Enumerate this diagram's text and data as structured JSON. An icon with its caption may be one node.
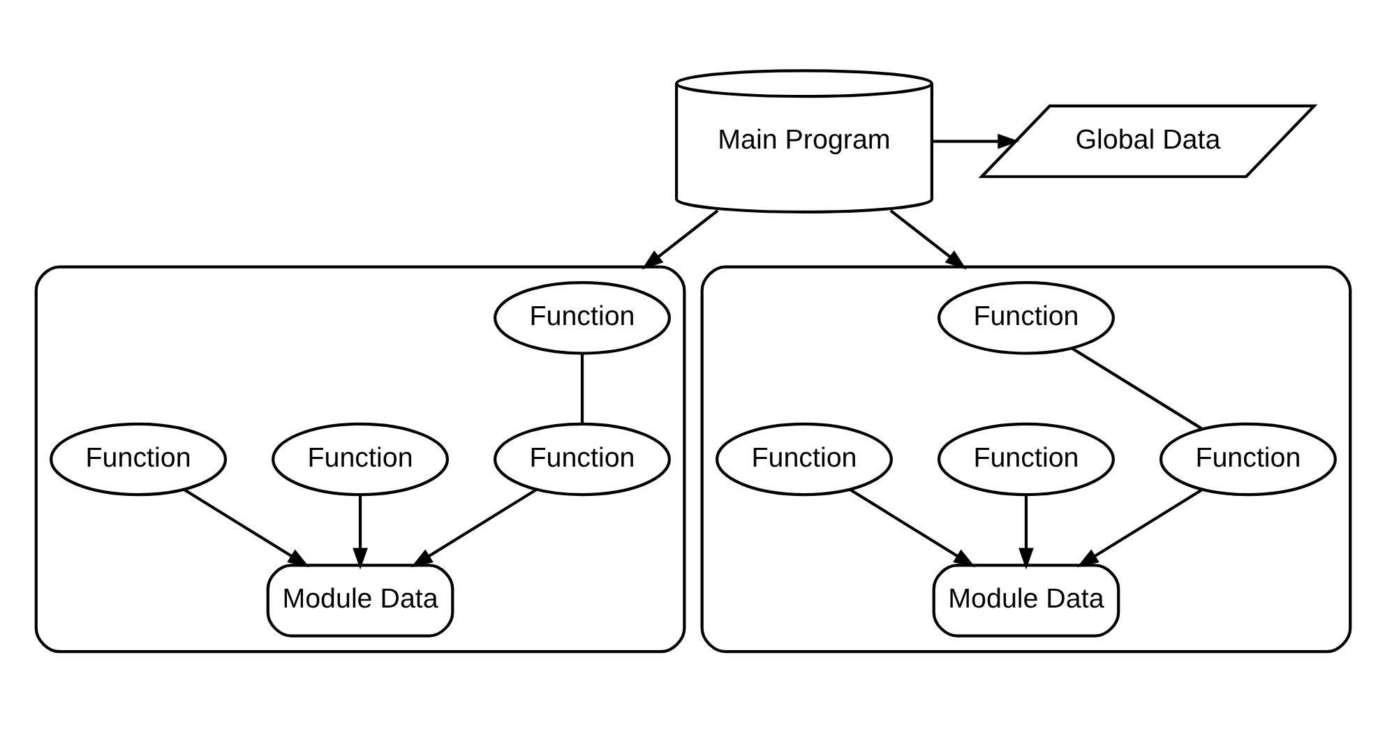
{
  "diagram": {
    "nodes": [
      {
        "text": [
          "Global Data"
        ]
      },
      {
        "text": [
          "Main Program"
        ]
      },
      {
        "text": [],
        "shape": "ellipse"
      },
      {
        "text": [
          "Function"
        ],
        "in": 2
      },
      {
        "text": [
          "Function"
        ],
        "in": 2
      },
      {
        "text": [
          "Function"
        ],
        "in": 2
      },
      {
        "text": [
          "Function"
        ],
        "in": 2
      },
      {
        "text": [
          "Module Data"
        ],
        "in": 2
      },
      {
        "text": [],
        "shape": "ellipse"
      },
      {
        "text": [
          "Function"
        ],
        "in": 8
      },
      {
        "text": [
          "Function"
        ],
        "in": 8
      },
      {
        "text": [
          "Function"
        ],
        "in": 8
      },
      {
        "text": [
          "Function"
        ],
        "in": 8
      },
      {
        "text": [
          "Module Data"
        ],
        "in": 8
      }
    ],
    "edges": [
      {
        "from": 1,
        "to": 0,
        "arrow": "to"
      },
      {
        "from": 1,
        "to": 2,
        "arrow": "to"
      },
      {
        "from": 1,
        "to": 8,
        "arrow": "to"
      },
      {
        "from": 3,
        "to": 5,
        "arrow": "none"
      },
      {
        "from": 4,
        "to": 7,
        "arrow": "to"
      },
      {
        "from": 5,
        "to": 7,
        "arrow": "to"
      },
      {
        "from": 6,
        "to": 7,
        "arrow": "to"
      },
      {
        "from": 9,
        "to": 11,
        "arrow": "none"
      },
      {
        "from": 10,
        "to": 13,
        "arrow": "to"
      },
      {
        "from": 11,
        "to": 13,
        "arrow": "to"
      },
      {
        "from": 12,
        "to": 13,
        "arrow": "to"
      }
    ]
  }
}
